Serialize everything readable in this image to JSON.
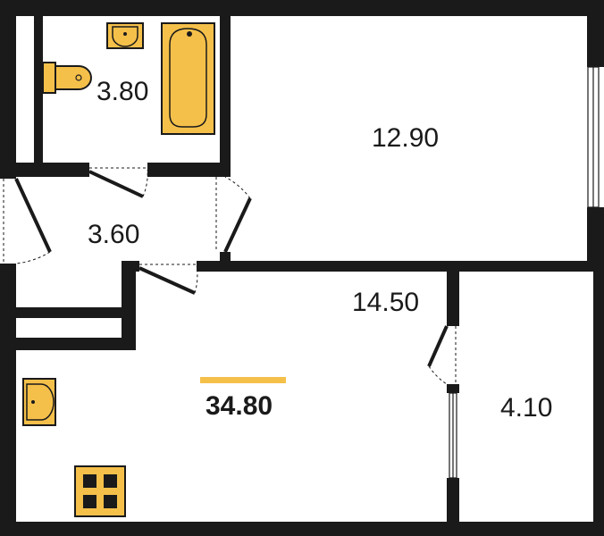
{
  "floorplan": {
    "total_area": "34.80",
    "rooms": {
      "bathroom": "3.80",
      "bedroom": "12.90",
      "hallway": "3.60",
      "living_kitchen": "14.50",
      "balcony": "4.10"
    }
  },
  "colors": {
    "wall": "#1a1a1a",
    "fixture": "#f5c04a",
    "accent_bar": "#f5c04a",
    "door_swing": "#1a1a1a",
    "background": "#ffffff"
  },
  "icons": [
    "sink-icon",
    "toilet-icon",
    "bathtub-icon",
    "stove-icon",
    "door-icon",
    "window-icon"
  ]
}
